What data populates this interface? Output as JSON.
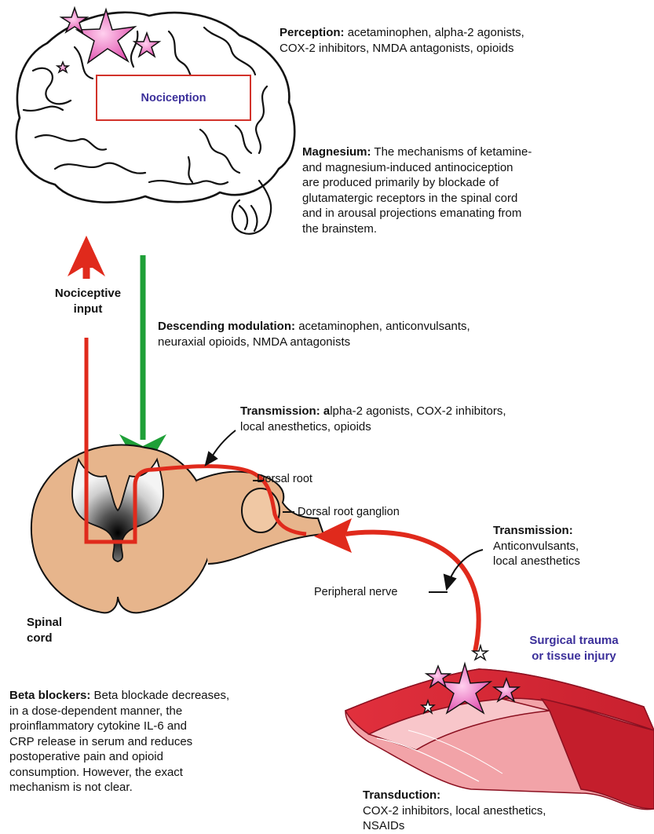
{
  "brain": {
    "box_label": "Nociception"
  },
  "perception": {
    "heading": "Perception:",
    "line1": "acetaminophen, alpha-2 agonists,",
    "line2": "COX-2 inhibitors, NMDA antagonists, opioids"
  },
  "magnesium": {
    "heading": "Magnesium:",
    "lines": [
      "The mechanisms of ketamine-",
      "and magnesium-induced antinociception",
      "are produced primarily by blockade of",
      "glutamatergic receptors in the spinal cord",
      "and in arousal projections emanating from",
      "the brainstem."
    ]
  },
  "nociceptive_input": {
    "line1": "Nociceptive",
    "line2": "input"
  },
  "descending": {
    "heading": "Descending modulation:",
    "line1": "acetaminophen, anticonvulsants,",
    "line2": "neuraxial opioids, NMDA antagonists"
  },
  "transmission_top": {
    "heading": "Transmission: a",
    "line1": "lpha-2 agonists, COX-2 inhibitors,",
    "line2": "local anesthetics, opioids"
  },
  "labels": {
    "dorsal_root": "Dorsal root",
    "dorsal_root_ganglion": "Dorsal root ganglion",
    "peripheral_nerve": "Peripheral nerve",
    "spinal": "Spinal",
    "cord": "cord"
  },
  "transmission_right": {
    "heading": "Transmission:",
    "line1": "Anticonvulsants,",
    "line2": "local anesthetics"
  },
  "surgical": {
    "line1": "Surgical trauma",
    "line2": "or tissue injury"
  },
  "beta": {
    "heading": "Beta blockers:",
    "lines": [
      "Beta blockade decreases,",
      "in a dose-dependent manner, the",
      "proinflammatory cytokine IL-6 and",
      "CRP release in serum and reduces",
      "postoperative pain and opioid",
      "consumption. However, the exact",
      "mechanism is not clear."
    ]
  },
  "transduction": {
    "heading": "Transduction:",
    "line1": "COX-2 inhibitors, local anesthetics,",
    "line2": "NSAIDs"
  },
  "colors": {
    "red_arrow": "#e02a1c",
    "green_arrow": "#1fa038",
    "cord_fill": "#e7b58c",
    "star_pink": "#f06bc0",
    "tissue_red": "#d8323e",
    "title_blue": "#3b2f9a"
  }
}
